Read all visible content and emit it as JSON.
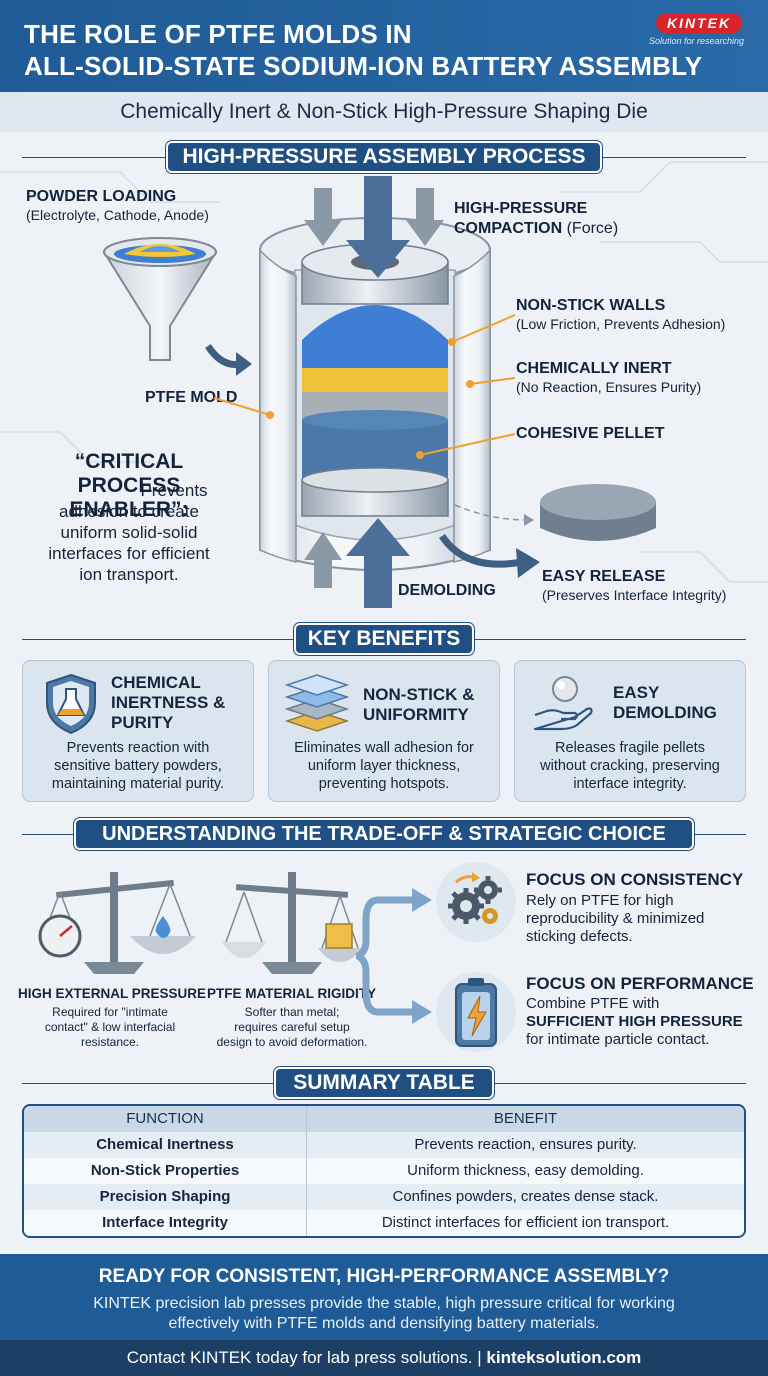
{
  "header": {
    "title_line1": "THE ROLE OF PTFE MOLDS IN",
    "title_line2": "ALL-SOLID-STATE SODIUM-ION BATTERY ASSEMBLY",
    "logo": "KINTEK",
    "logo_tagline": "Solution for researching",
    "subtitle": "Chemically Inert & Non-Stick High-Pressure Shaping Die"
  },
  "process": {
    "heading": "HIGH-PRESSURE ASSEMBLY PROCESS",
    "powder_loading_title": "POWDER LOADING",
    "powder_loading_sub": "(Electrolyte, Cathode, Anode)",
    "compaction_title": "HIGH-PRESSURE",
    "compaction_title2": "COMPACTION",
    "compaction_sub": "(Force)",
    "nonstick_title": "NON-STICK WALLS",
    "nonstick_sub": "(Low Friction, Prevents Adhesion)",
    "inert_title": "CHEMICALLY INERT",
    "inert_sub": "(No Reaction, Ensures Purity)",
    "mold_label": "PTFE MOLD",
    "pellet_label": "COHESIVE PELLET",
    "enabler_title": "“CRITICAL PROCESS ENABLER”:",
    "enabler_text_l1": "Prevents",
    "enabler_text_l2": "adhesion to create",
    "enabler_text_l3": "uniform solid-solid",
    "enabler_text_l4": "interfaces for efficient",
    "enabler_text_l5": "ion transport.",
    "demolding_label": "DEMOLDING",
    "release_title": "EASY RELEASE",
    "release_sub": "(Preserves Interface Integrity)"
  },
  "benefits": {
    "heading": "KEY BENEFITS",
    "items": [
      {
        "title_l1": "CHEMICAL",
        "title_l2": "INERTNESS &",
        "title_l3": "PURITY",
        "desc_l1": "Prevents reaction with",
        "desc_l2": "sensitive battery powders,",
        "desc_l3": "maintaining material purity."
      },
      {
        "title_l1": "NON-STICK &",
        "title_l2": "UNIFORMITY",
        "title_l3": "",
        "desc_l1": "Eliminates wall adhesion for",
        "desc_l2": "uniform layer thickness,",
        "desc_l3": "preventing hotspots."
      },
      {
        "title_l1": "EASY",
        "title_l2": "DEMOLDING",
        "title_l3": "",
        "desc_l1": "Releases fragile pellets",
        "desc_l2": "without cracking, preserving",
        "desc_l3": "interface integrity."
      }
    ]
  },
  "tradeoff": {
    "heading": "UNDERSTANDING THE TRADE-OFF & STRATEGIC CHOICE",
    "left_title": "HIGH EXTERNAL PRESSURE",
    "left_desc_l1": "Required for \"intimate",
    "left_desc_l2": "contact\" & low interfacial",
    "left_desc_l3": "resistance.",
    "mid_title": "PTFE MATERIAL RIGIDITY",
    "mid_desc_l1": "Softer than metal;",
    "mid_desc_l2": "requires careful setup",
    "mid_desc_l3": "design to avoid deformation.",
    "consistency_title": "FOCUS ON CONSISTENCY",
    "consistency_l1": "Rely on PTFE for high",
    "consistency_l2": "reproducibility & minimized",
    "consistency_l3": "sticking defects.",
    "performance_title": "FOCUS ON PERFORMANCE",
    "performance_l1": "Combine PTFE with",
    "performance_l2": "SUFFICIENT HIGH PRESSURE",
    "performance_l3": "for intimate particle contact."
  },
  "summary": {
    "heading": "SUMMARY TABLE",
    "col1": "FUNCTION",
    "col2": "BENEFIT",
    "rows": [
      {
        "function": "Chemical Inertness",
        "benefit": "Prevents reaction, ensures purity."
      },
      {
        "function": "Non-Stick Properties",
        "benefit": "Uniform thickness, easy demolding."
      },
      {
        "function": "Precision Shaping",
        "benefit": "Confines powders, creates dense stack."
      },
      {
        "function": "Interface Integrity",
        "benefit": "Distinct interfaces for efficient ion transport."
      }
    ]
  },
  "cta": {
    "title": "READY FOR CONSISTENT, HIGH-PERFORMANCE ASSEMBLY?",
    "text_l1": "KINTEK precision lab presses provide the stable, high pressure critical for working",
    "text_l2": "effectively with PTFE molds and densifying battery materials.",
    "footer_text": "Contact KINTEK today for lab press solutions. |",
    "footer_link": "kinteksolution.com"
  },
  "colors": {
    "primary": "#1f5b96",
    "accent_orange": "#f0a030",
    "logo_red": "#d8242b"
  }
}
